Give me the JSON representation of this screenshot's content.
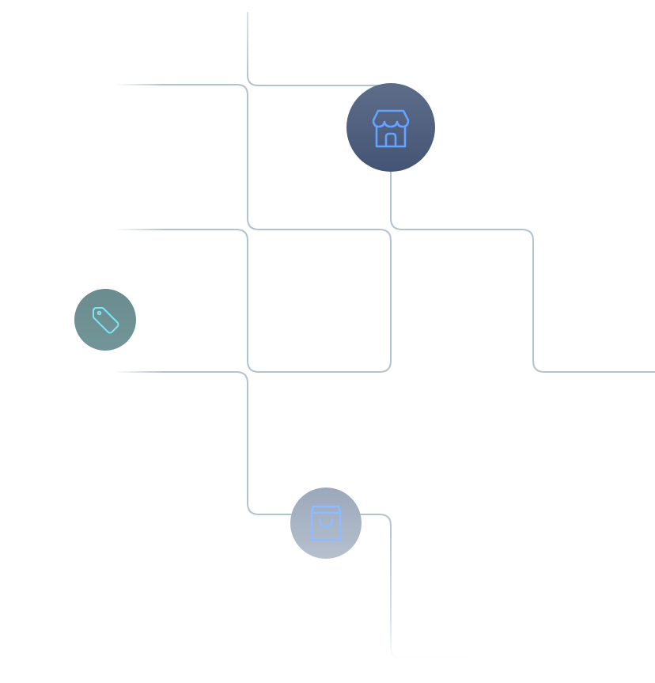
{
  "colors": {
    "background": "#ffffff",
    "line": "#b3c3ce",
    "store_node": "#4b5b79",
    "store_icon": "#64a3ff",
    "tag_node": "#6d8f91",
    "tag_icon": "#7fe4f2",
    "bag_node": "#aab5c4",
    "bag_icon": "#8fbcff"
  },
  "nodes": [
    {
      "name": "store-node",
      "icon": "store-icon"
    },
    {
      "name": "tag-node",
      "icon": "tag-icon"
    },
    {
      "name": "bag-node",
      "icon": "shopping-bag-icon"
    }
  ]
}
